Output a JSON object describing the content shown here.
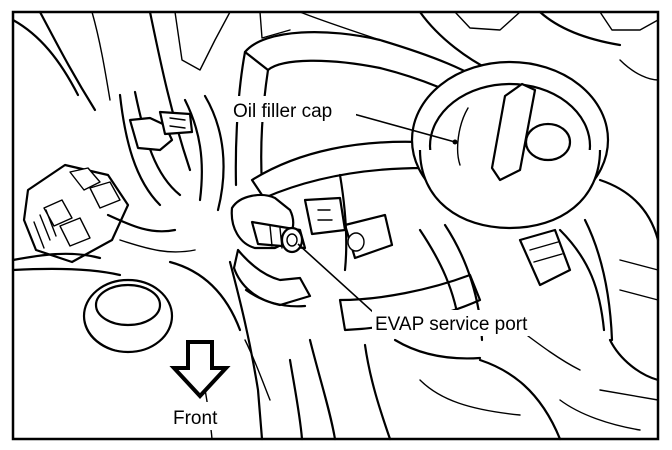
{
  "labels": {
    "oil_filler_cap": "Oil filler cap",
    "evap_service_port": "EVAP service port",
    "front": "Front"
  },
  "colors": {
    "line": "#000000",
    "background": "#ffffff"
  }
}
